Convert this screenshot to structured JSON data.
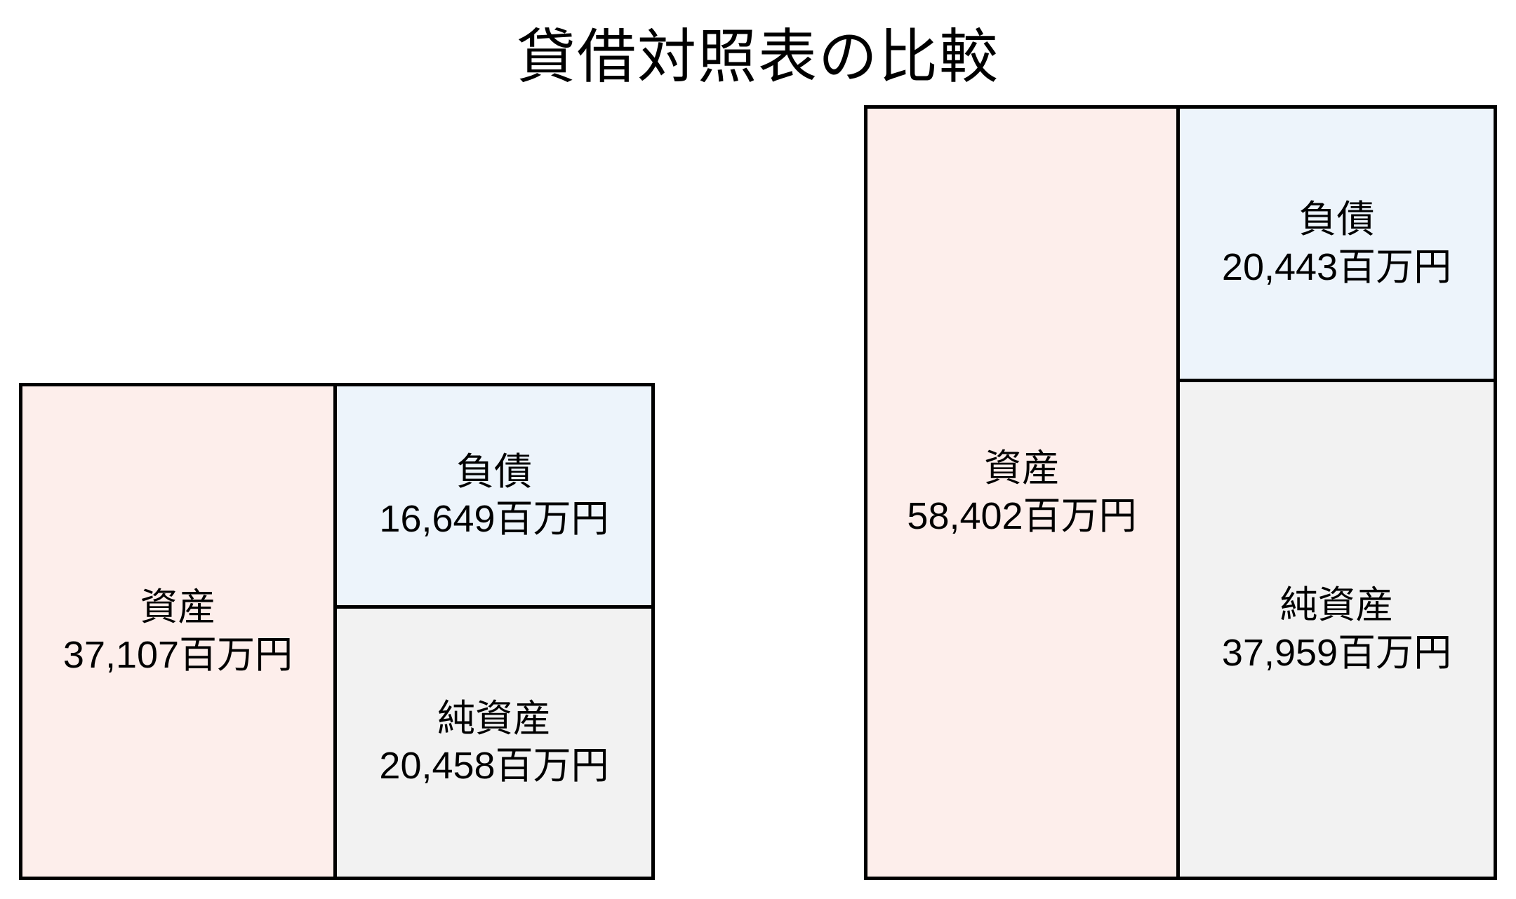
{
  "title": "貸借対照表の比較",
  "colors": {
    "background": "#ffffff",
    "text": "#000000",
    "border": "#000000",
    "assets_fill": "#fdeeeb",
    "liabilities_fill": "#edf4fb",
    "net_assets_fill": "#f2f2f2"
  },
  "balance_sheets": [
    {
      "assets": {
        "label": "資産",
        "amount": "37,107百万円"
      },
      "liabilities": {
        "label": "負債",
        "amount": "16,649百万円"
      },
      "net_assets": {
        "label": "純資産",
        "amount": "20,458百万円"
      }
    },
    {
      "assets": {
        "label": "資産",
        "amount": "58,402百万円"
      },
      "liabilities": {
        "label": "負債",
        "amount": "20,443百万円"
      },
      "net_assets": {
        "label": "純資産",
        "amount": "37,959百万円"
      }
    }
  ],
  "chart_data": {
    "type": "bar",
    "title": "貸借対照表の比較",
    "unit": "百万円",
    "legend_position": "none",
    "grid": false,
    "groups": [
      {
        "items": [
          {
            "label": "資産",
            "value": 37107
          },
          {
            "label": "負債",
            "value": 16649
          },
          {
            "label": "純資産",
            "value": 20458
          }
        ]
      },
      {
        "items": [
          {
            "label": "資産",
            "value": 58402
          },
          {
            "label": "負債",
            "value": 20443
          },
          {
            "label": "純資産",
            "value": 37959
          }
        ]
      }
    ],
    "layout_hint": "Two balance-sheet box diagrams; left column = assets, right column stacked = liabilities over net assets; box heights proportional to values"
  }
}
